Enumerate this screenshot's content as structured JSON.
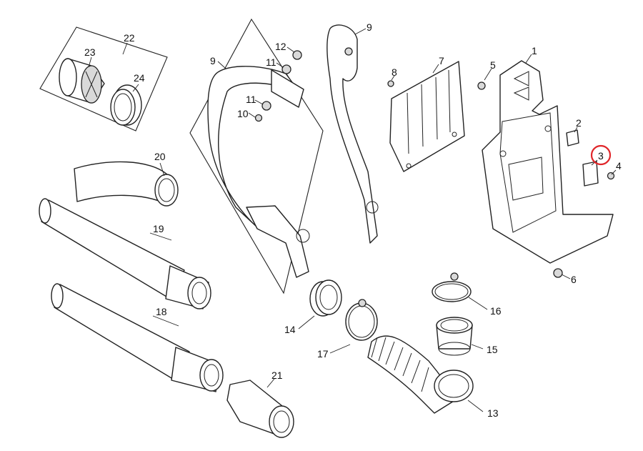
{
  "highlight_color": "#e0262a",
  "highlighted_callout": "3",
  "callouts": {
    "c1": "1",
    "c2": "2",
    "c3": "3",
    "c4": "4",
    "c5": "5",
    "c6": "6",
    "c7": "7",
    "c8": "8",
    "c9a": "9",
    "c9b": "9",
    "c10": "10",
    "c11a": "11",
    "c11b": "11",
    "c12": "12",
    "c13": "13",
    "c14": "14",
    "c15": "15",
    "c16": "16",
    "c17": "17",
    "c18": "18",
    "c19": "19",
    "c20": "20",
    "c21": "21",
    "c22": "22",
    "c23": "23",
    "c24": "24"
  }
}
